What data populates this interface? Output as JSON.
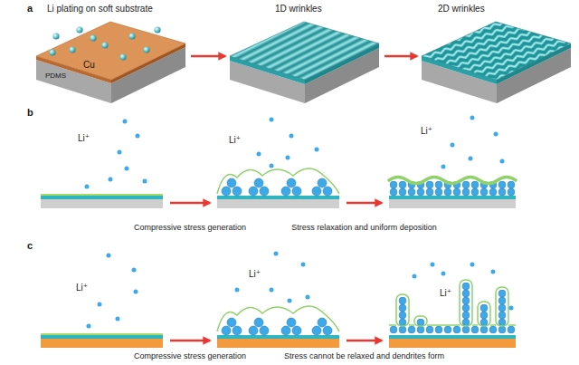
{
  "diagram": {
    "nodes": [
      {
        "text": [
          "Li plating on soft substrate"
        ]
      },
      {
        "text": [
          "1D wrinkles"
        ]
      },
      {
        "text": [
          "2D wrinkles"
        ]
      },
      {
        "text": [
          "Li⁺"
        ]
      },
      {
        "text": [
          "Li⁺"
        ]
      },
      {
        "text": [
          "Li⁺"
        ]
      },
      {
        "text": [
          "Li⁺"
        ]
      },
      {
        "text": [
          "Li⁺"
        ]
      },
      {
        "text": [
          "Li⁺"
        ]
      }
    ],
    "edges": [
      {
        "from": 0,
        "to": 1,
        "arrow": "to"
      },
      {
        "from": 1,
        "to": 2,
        "arrow": "to"
      },
      {
        "from": 3,
        "to": 4,
        "arrow": "to",
        "label": "Compressive stress generation"
      },
      {
        "from": 4,
        "to": 5,
        "arrow": "to",
        "label": "Stress relaxation and uniform deposition"
      },
      {
        "from": 6,
        "to": 7,
        "arrow": "to",
        "label": "Compressive stress generation"
      },
      {
        "from": 7,
        "to": 8,
        "arrow": "to",
        "label": "Stress cannot be relaxed and dendrites form"
      }
    ],
    "labels": [
      "a",
      "Cu",
      "PDMS",
      "b",
      "c"
    ]
  }
}
